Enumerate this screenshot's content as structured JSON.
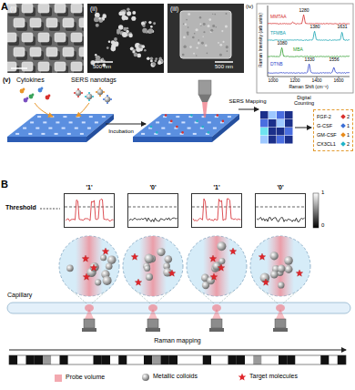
{
  "diagram": {
    "nodes": [
      {
        "text": [
          "FGF-2",
          "2",
          "G-CSF",
          "1",
          "GM-CSF",
          "1",
          "CX3CL1",
          "2"
        ]
      },
      {
        "text": [
          "'1'"
        ]
      },
      {
        "text": [
          "'0'"
        ]
      },
      {
        "text": [
          "'1'"
        ]
      },
      {
        "text": [
          "'0'"
        ]
      }
    ],
    "labels": [
      "A",
      "(i)",
      "(ii)",
      "500 nm",
      "(iii)",
      "500 nm",
      "(iv)",
      "MMTAA",
      "1280",
      "TFMBA",
      "1380",
      "1631",
      "1080",
      "MBA",
      "1330",
      "DTNB",
      "1556",
      "Raman Intensity (arb.units)",
      "1000",
      "1200",
      "1400",
      "1600",
      "Raman Shift (cm⁻¹)",
      "(v)",
      "Cytokines",
      "SERS nanotags",
      "Incubation",
      "SERS Mapping",
      "Digital Counting",
      "B",
      "Threshold",
      "1",
      "0",
      "Capillary",
      "Raman mapping"
    ],
    "legend": [
      {
        "text": "Probe volume",
        "color": "#f3a9b0"
      },
      {
        "text": "Metallic colloids"
      },
      {
        "text": "Target molecules"
      }
    ]
  }
}
